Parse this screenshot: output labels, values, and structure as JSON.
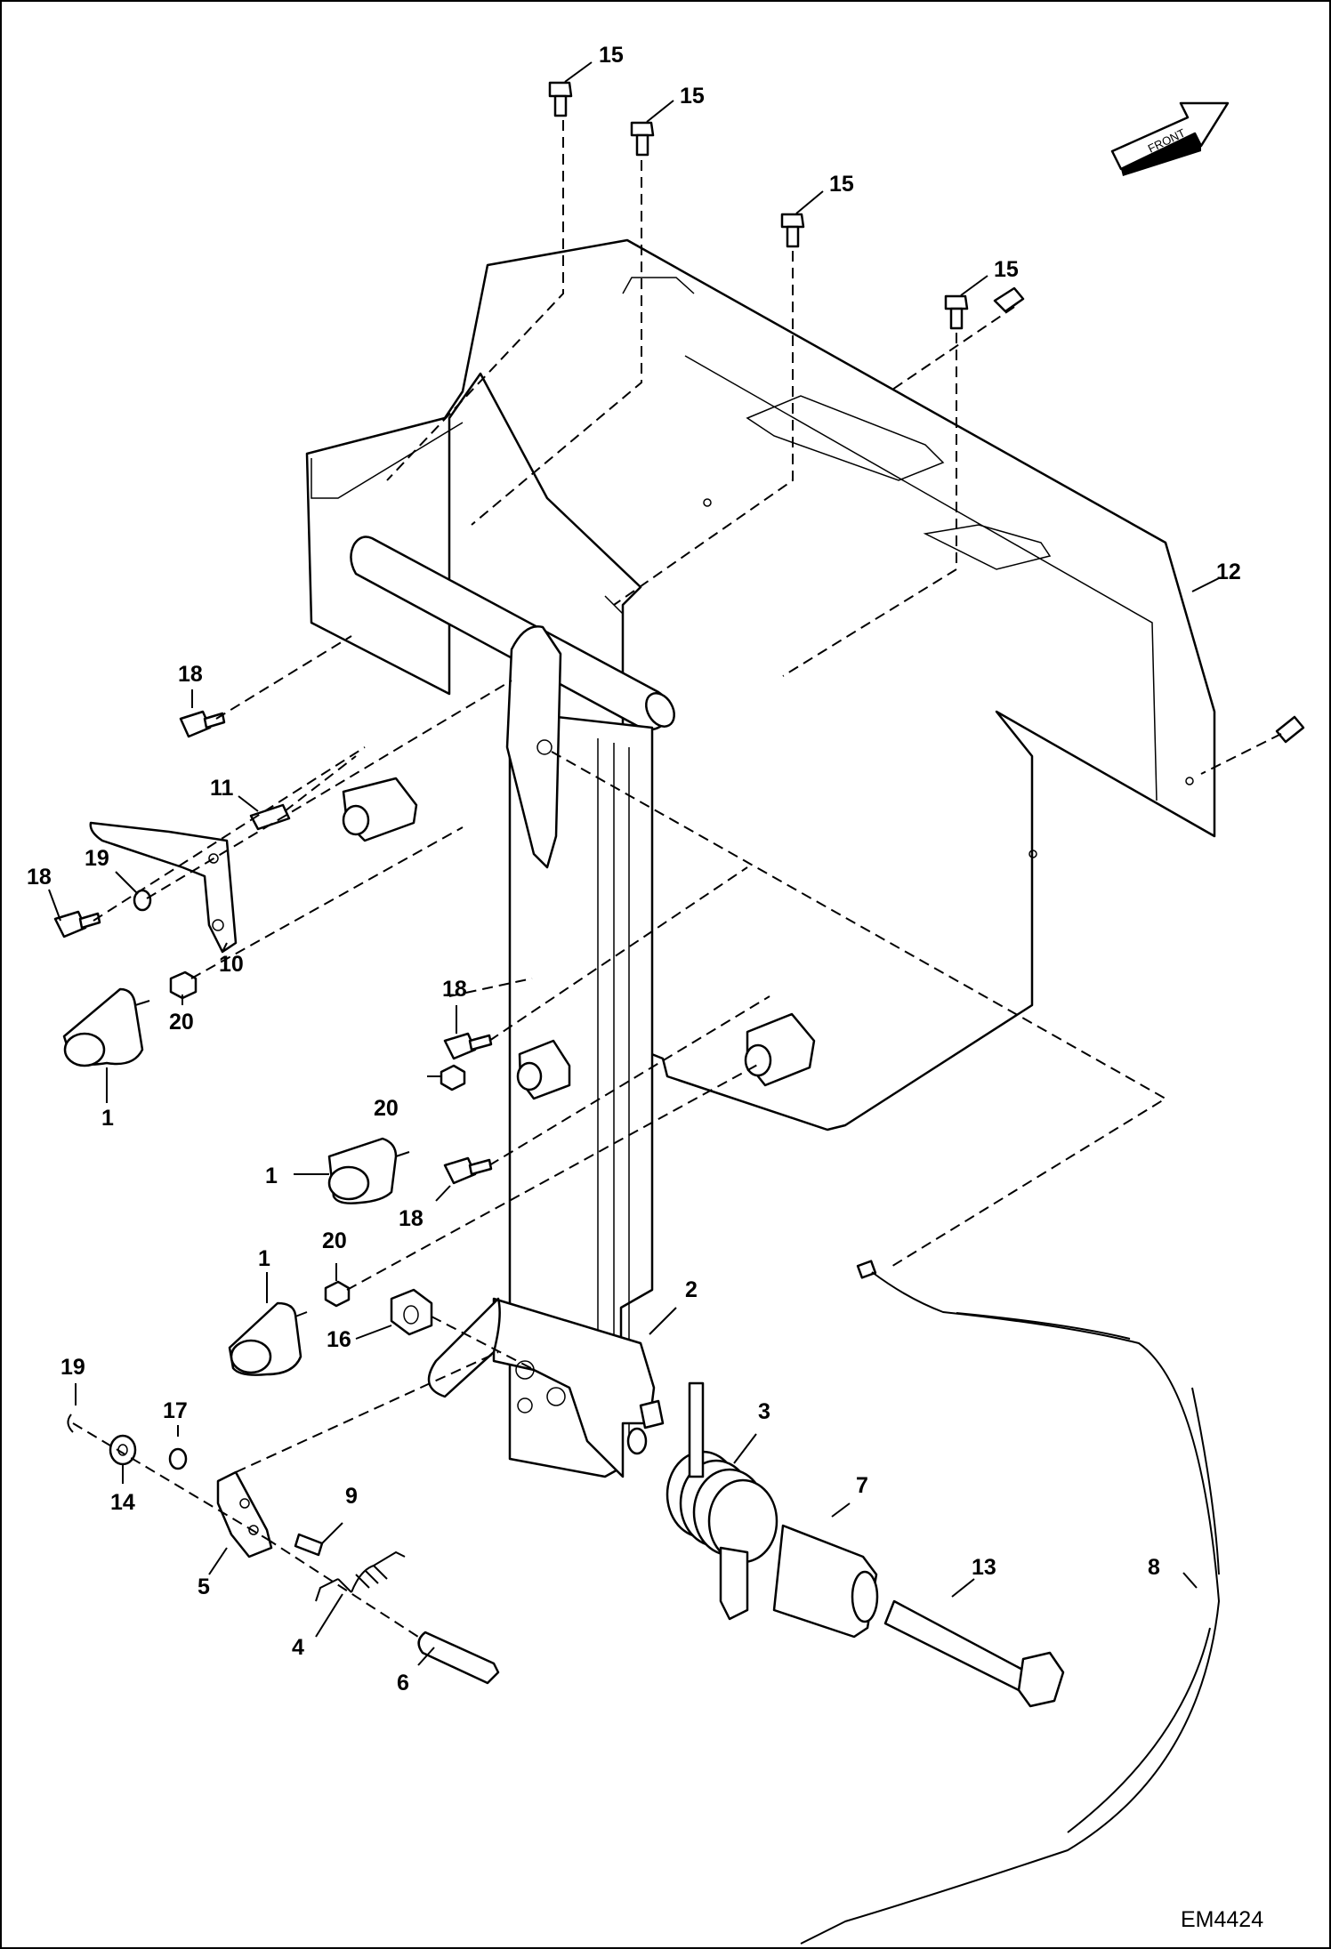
{
  "diagram": {
    "figure_code": "EM4424",
    "direction_label": "FRONT",
    "callouts": [
      {
        "id": "c15a",
        "text": "15"
      },
      {
        "id": "c15b",
        "text": "15"
      },
      {
        "id": "c15c",
        "text": "15"
      },
      {
        "id": "c15d",
        "text": "15"
      },
      {
        "id": "c12",
        "text": "12"
      },
      {
        "id": "c18a",
        "text": "18"
      },
      {
        "id": "c11",
        "text": "11"
      },
      {
        "id": "c18b",
        "text": "18"
      },
      {
        "id": "c19a",
        "text": "19"
      },
      {
        "id": "c10",
        "text": "10"
      },
      {
        "id": "c20a",
        "text": "20"
      },
      {
        "id": "c1a",
        "text": "1"
      },
      {
        "id": "c18c",
        "text": "18"
      },
      {
        "id": "c20b",
        "text": "20"
      },
      {
        "id": "c1b",
        "text": "1"
      },
      {
        "id": "c18d",
        "text": "18"
      },
      {
        "id": "c20c",
        "text": "20"
      },
      {
        "id": "c1c",
        "text": "1"
      },
      {
        "id": "c2",
        "text": "2"
      },
      {
        "id": "c16",
        "text": "16"
      },
      {
        "id": "c19b",
        "text": "19"
      },
      {
        "id": "c17",
        "text": "17"
      },
      {
        "id": "c14",
        "text": "14"
      },
      {
        "id": "c3",
        "text": "3"
      },
      {
        "id": "c9",
        "text": "9"
      },
      {
        "id": "c7",
        "text": "7"
      },
      {
        "id": "c5",
        "text": "5"
      },
      {
        "id": "c13",
        "text": "13"
      },
      {
        "id": "c8",
        "text": "8"
      },
      {
        "id": "c4",
        "text": "4"
      },
      {
        "id": "c6",
        "text": "6"
      }
    ]
  }
}
